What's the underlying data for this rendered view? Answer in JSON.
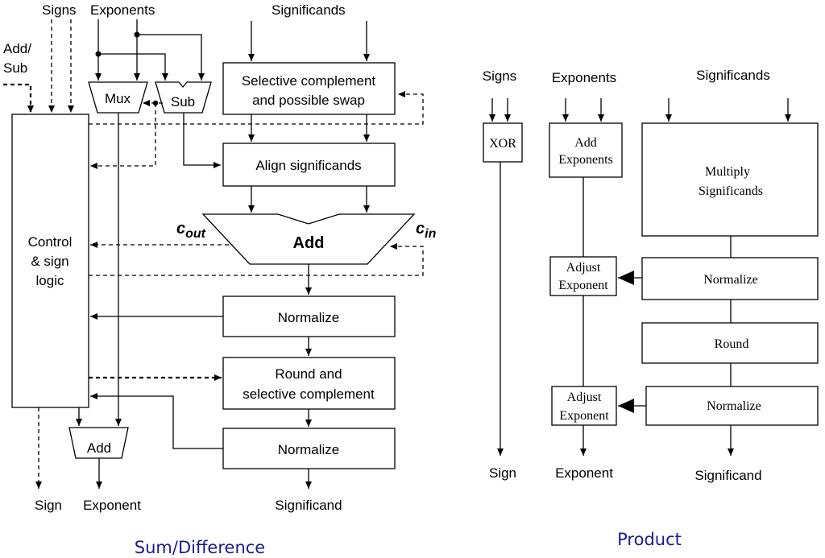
{
  "sum": {
    "caption": "Sum/Difference",
    "inputs": {
      "signs": "Signs",
      "exponents": "Exponents",
      "significands": "Significands",
      "add_sub_1": "Add/",
      "add_sub_2": "Sub"
    },
    "blocks": {
      "control_1": "Control",
      "control_2": "& sign",
      "control_3": "logic",
      "mux": "Mux",
      "sub": "Sub",
      "selective_1": "Selective complement",
      "selective_2": "and possible swap",
      "align": "Align significands",
      "add": "Add",
      "normalize1": "Normalize",
      "round_1": "Round and",
      "round_2": "selective complement",
      "normalize2": "Normalize",
      "exp_add": "Add"
    },
    "carry": {
      "cout_main": "c",
      "cout_sub": "out",
      "cin_main": "c",
      "cin_sub": "in"
    },
    "outputs": {
      "sign": "Sign",
      "exponent": "Exponent",
      "significand": "Significand"
    },
    "colors": {
      "caption": "#1a1a8c"
    }
  },
  "product": {
    "caption": "Product",
    "inputs": {
      "signs": "Signs",
      "exponents": "Exponents",
      "significands": "Significands"
    },
    "blocks": {
      "xor": "XOR",
      "add_exp_1": "Add",
      "add_exp_2": "Exponents",
      "multiply_1": "Multiply",
      "multiply_2": "Significands",
      "adjust1_1": "Adjust",
      "adjust1_2": "Exponent",
      "normalize1": "Normalize",
      "round": "Round",
      "adjust2_1": "Adjust",
      "adjust2_2": "Exponent",
      "normalize2": "Normalize"
    },
    "outputs": {
      "sign": "Sign",
      "exponent": "Exponent",
      "significand": "Significand"
    },
    "colors": {
      "caption": "#1a1a8c"
    }
  }
}
